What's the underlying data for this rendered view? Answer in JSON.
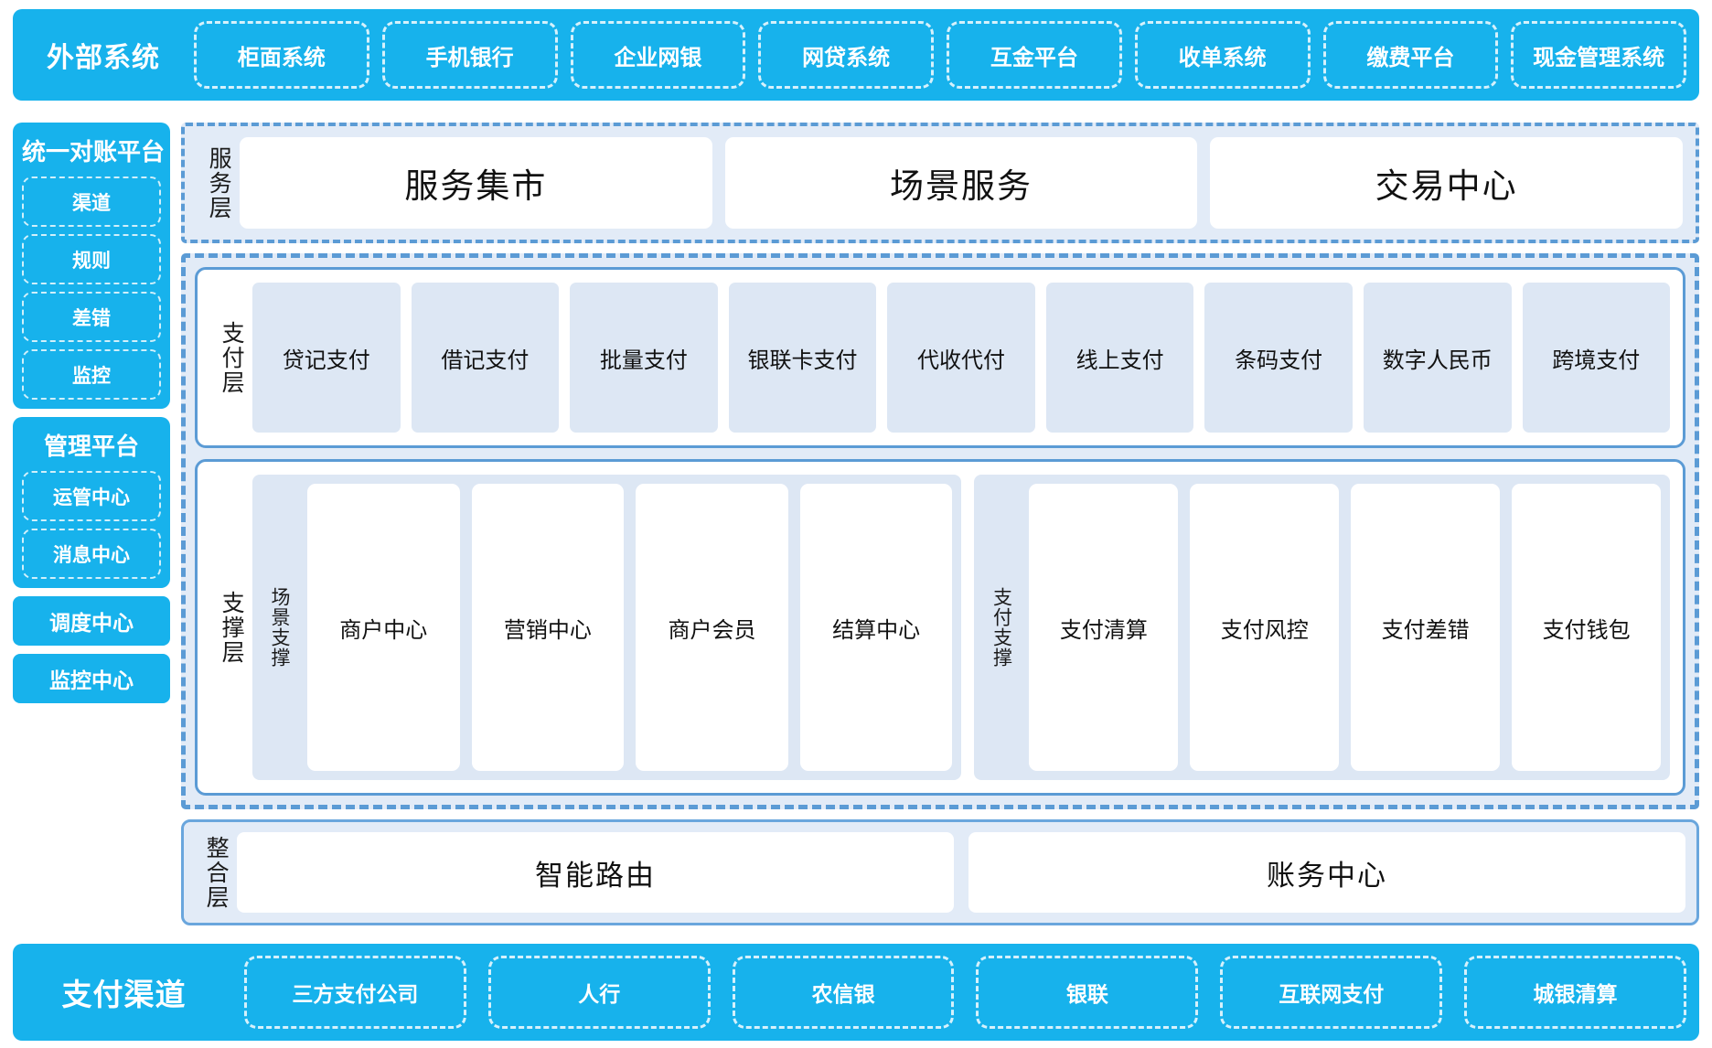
{
  "external": {
    "title": "外部系统",
    "items": [
      "柜面系统",
      "手机银行",
      "企业网银",
      "网贷系统",
      "互金平台",
      "收单系统",
      "缴费平台",
      "现金管理系统"
    ]
  },
  "rail": {
    "reconciliation": {
      "title": "统一对账平台",
      "items": [
        "渠道",
        "规则",
        "差错",
        "监控"
      ]
    },
    "management": {
      "title": "管理平台",
      "items": [
        "运管中心",
        "消息中心"
      ]
    },
    "standalone": [
      "调度中心",
      "监控中心"
    ]
  },
  "service_layer": {
    "label": "服务层",
    "cards": [
      "服务集市",
      "场景服务",
      "交易中心"
    ]
  },
  "payment_layer": {
    "label": "支付层",
    "cards": [
      "贷记支付",
      "借记支付",
      "批量支付",
      "银联卡支付",
      "代收代付",
      "线上支付",
      "条码支付",
      "数字人民币",
      "跨境支付"
    ]
  },
  "support_layer": {
    "label": "支撑层",
    "groups": [
      {
        "label": "场景支撑",
        "cards": [
          "商户中心",
          "营销中心",
          "商户会员",
          "结算中心"
        ]
      },
      {
        "label": "支付支撑",
        "cards": [
          "支付清算",
          "支付风控",
          "支付差错",
          "支付钱包"
        ]
      }
    ]
  },
  "integration_layer": {
    "label": "整合层",
    "cards": [
      "智能路由",
      "账务中心"
    ]
  },
  "channels": {
    "title": "支付渠道",
    "items": [
      "三方支付公司",
      "人行",
      "农信银",
      "银联",
      "互联网支付",
      "城银清算"
    ]
  },
  "colors": {
    "cyan": "#17b2ec",
    "panel_blue": "#5b9bd5",
    "soft_bg": "#e2ebf7",
    "card_blue": "#dde7f4"
  }
}
